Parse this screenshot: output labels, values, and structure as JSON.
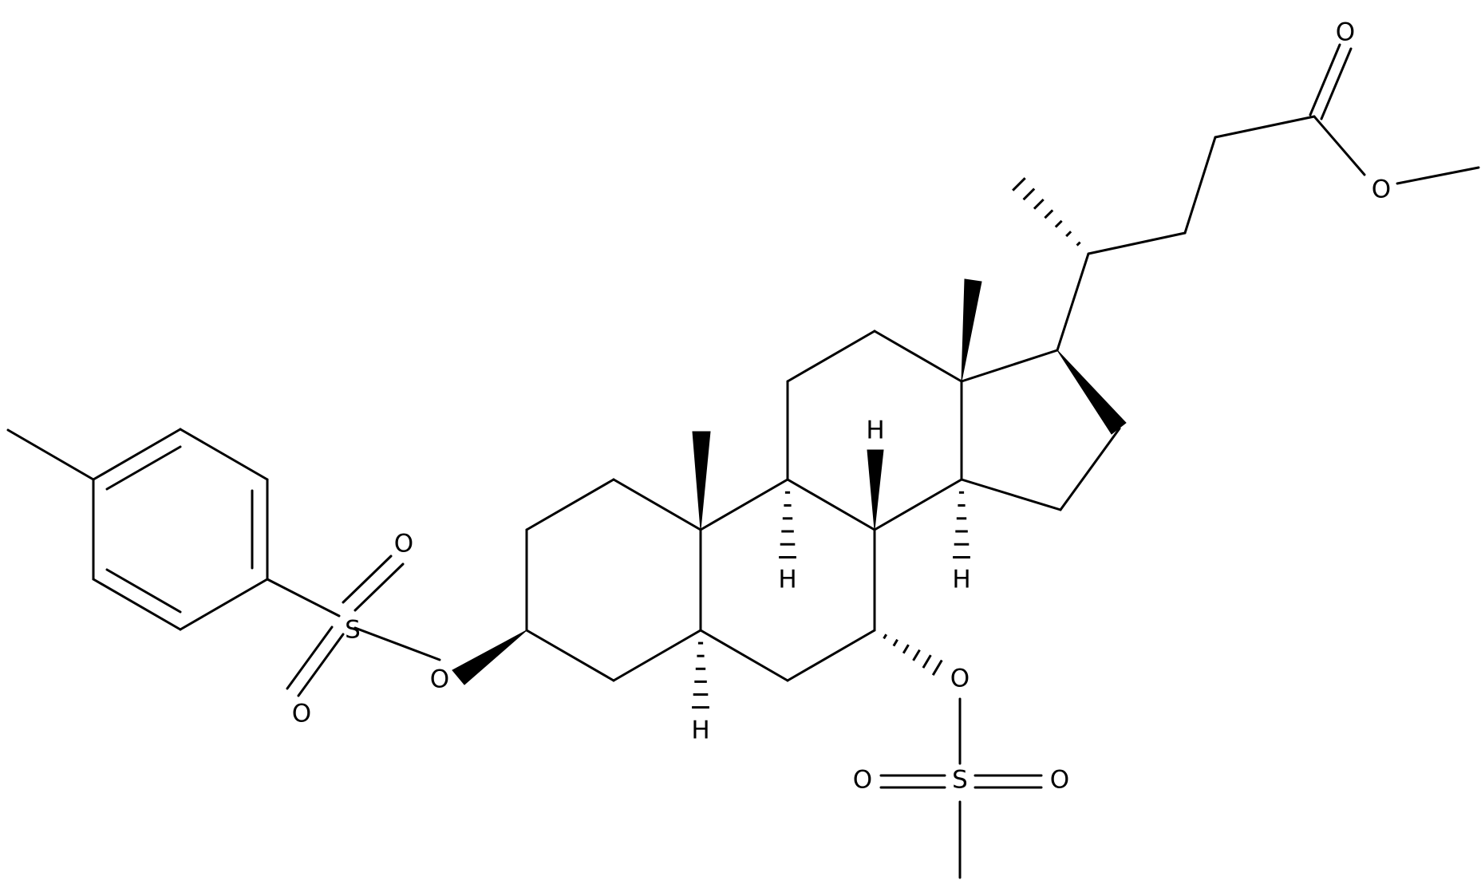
{
  "diagram": {
    "type": "skeletal-structure",
    "atom_labels": {
      "o_ester_carbonyl": "O",
      "o_ester_ether": "O",
      "h_c8": "H",
      "h_c9": "H",
      "h_c14": "H",
      "h_c5": "H",
      "s_tosyl": "S",
      "o_tosyl_top": "O",
      "o_tosyl_bottom": "O",
      "o_tosyl_link": "O",
      "o_mesyl_link": "O",
      "s_mesyl": "S",
      "o_mesyl_left": "O",
      "o_mesyl_right": "O"
    }
  },
  "colors": {
    "ink": "#000000",
    "background": "#ffffff"
  }
}
